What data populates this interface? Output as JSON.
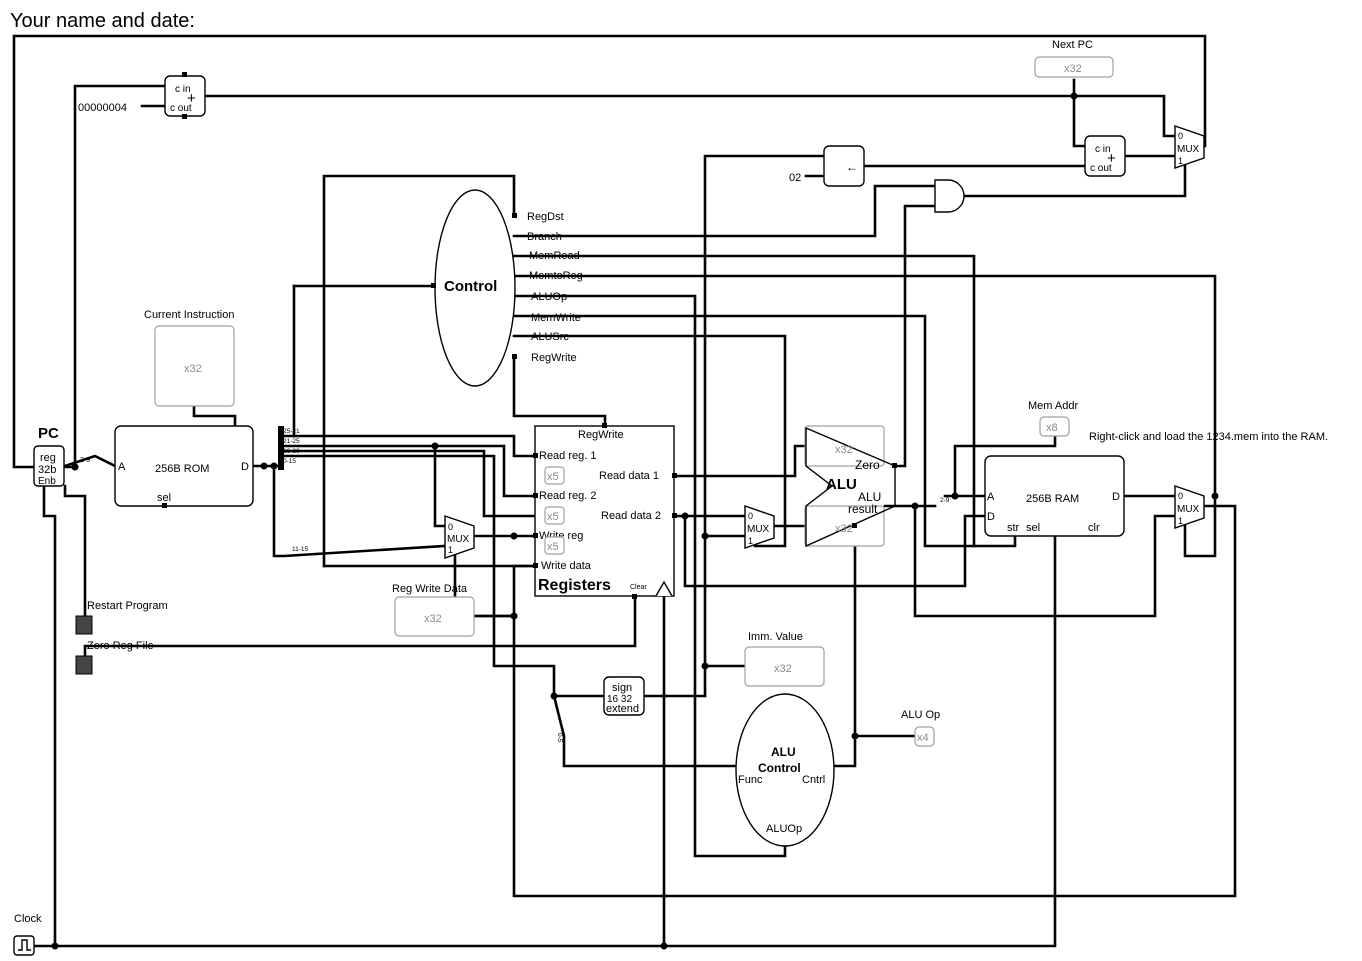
{
  "header": {
    "title": "Your name and date:"
  },
  "pc": {
    "title": "PC",
    "reg_label": "reg",
    "bits_label": "32b",
    "enable_label": "Enb"
  },
  "constants": {
    "four": "00000004",
    "two": "02"
  },
  "adder": {
    "cin": "c in",
    "cout": "c out",
    "plus": "+"
  },
  "rom": {
    "label": "256B ROM",
    "a": "A",
    "d": "D",
    "sel": "sel"
  },
  "ram": {
    "label": "256B RAM",
    "a": "A",
    "d_in": "D",
    "d_out": "D",
    "str": "str",
    "sel": "sel",
    "clr": "clr",
    "note": "Right-click and load the 1234.mem into the RAM."
  },
  "splitter": {
    "b1": "25-21",
    "b2": "21-25",
    "b3": "16-20",
    "b4": "0-15",
    "b5": "11-15",
    "pc_bits": "2-9",
    "func_bits": "0-5",
    "ram_bits": "2-9"
  },
  "probes": {
    "current_instruction": {
      "title": "Current Instruction",
      "value": "x32"
    },
    "next_pc": {
      "title": "Next PC",
      "value": "x32"
    },
    "mem_addr": {
      "title": "Mem Addr",
      "value": "x8"
    },
    "reg_write_data": {
      "title": "Reg Write Data",
      "value": "x32"
    },
    "imm_value": {
      "title": "Imm. Value",
      "value": "x32"
    },
    "alu_op": {
      "title": "ALU Op",
      "value": "x4"
    },
    "alu_a": {
      "value": "x32"
    },
    "alu_result": {
      "value": "x32"
    },
    "rr1": {
      "value": "x5"
    },
    "rr2": {
      "value": "x5"
    },
    "wr": {
      "value": "x5"
    }
  },
  "control": {
    "title": "Control",
    "signals": [
      "RegDst",
      "Branch",
      "MemRead",
      "MemtoReg",
      "ALUOp",
      "MemWrite",
      "ALUSrc",
      "RegWrite"
    ]
  },
  "registers": {
    "title": "Registers",
    "reg_write": "RegWrite",
    "read_reg_1": "Read reg. 1",
    "read_reg_2": "Read reg. 2",
    "write_reg": "Write reg",
    "write_data": "Write data",
    "read_data_1": "Read data 1",
    "read_data_2": "Read data 2",
    "clear": "Clear"
  },
  "alu": {
    "title": "ALU",
    "zero": "Zero",
    "result_1": "ALU",
    "result_2": "result"
  },
  "alu_control": {
    "title_1": "ALU",
    "title_2": "Control",
    "func": "Func",
    "cntrl": "Cntrl",
    "aluop": "ALUOp"
  },
  "sign_extend": {
    "l1": "sign",
    "l2": "16 32",
    "l3": "extend"
  },
  "mux": {
    "label": "MUX",
    "zero": "0",
    "one": "1"
  },
  "shift": {
    "symbol": "←"
  },
  "buttons": {
    "restart": "Restart Program",
    "zero_reg": "Zero Reg File"
  },
  "clock": {
    "label": "Clock"
  }
}
